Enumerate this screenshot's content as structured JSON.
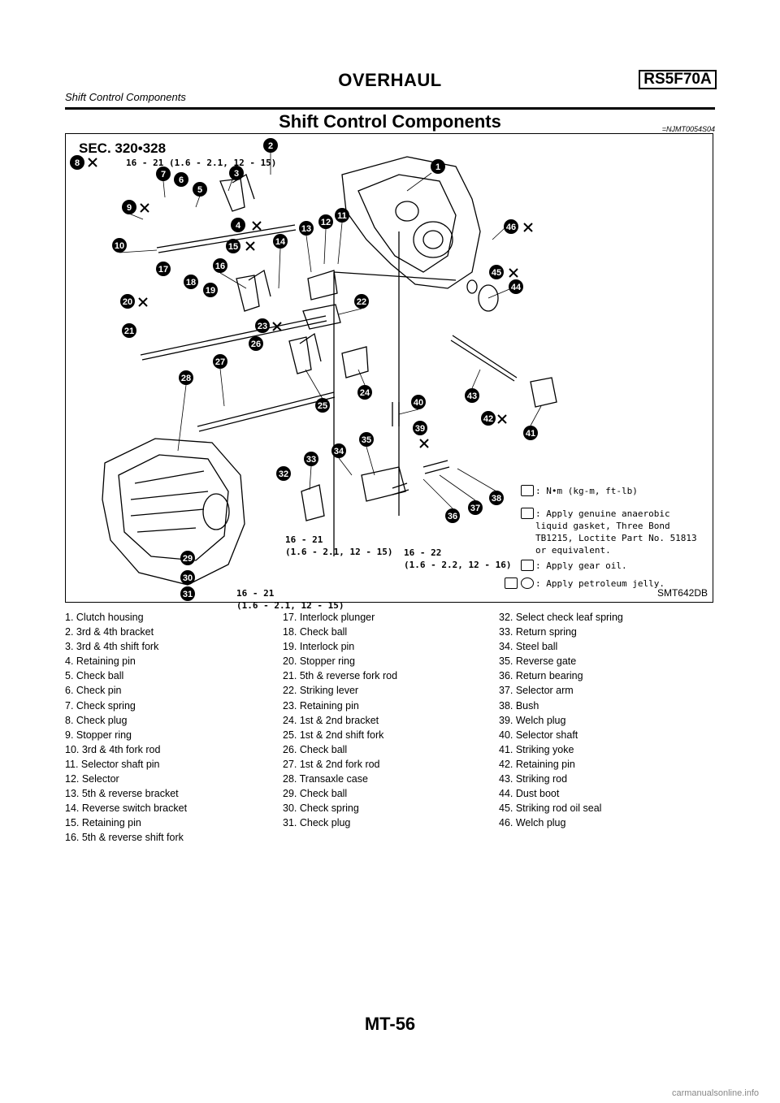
{
  "header": {
    "title": "OVERHAUL",
    "model": "RS5F70A",
    "subtitle": "Shift Control Components"
  },
  "section": {
    "title": "Shift Control Components",
    "ref": "=NJMT0054S04"
  },
  "figure": {
    "sec_code": "SEC. 320•328",
    "figure_id": "SMT642DB",
    "torque_labels": [
      "16 - 21 (1.6 - 2.1, 12 - 15)",
      "16 - 21\n(1.6 - 2.1, 12 - 15)",
      "16 - 22\n(1.6 - 2.2, 12 - 16)",
      "16 - 21\n(1.6 - 2.1, 12 - 15)"
    ],
    "legend": [
      {
        "icon": "torque-wrench-icon",
        "text": ": N•m (kg-m, ft-lb)"
      },
      {
        "icon": "sealant-icon",
        "text": ": Apply genuine anaerobic liquid gasket, Three Bond TB1215, Loctite Part No. 51813 or equivalent."
      },
      {
        "icon": "oil-can-icon",
        "text": ": Apply gear oil."
      },
      {
        "icon": "petroleum-jelly-icon",
        "text": ": Apply petroleum jelly."
      }
    ],
    "callouts": [
      "1",
      "2",
      "3",
      "4",
      "5",
      "6",
      "7",
      "8",
      "9",
      "10",
      "11",
      "12",
      "13",
      "14",
      "15",
      "16",
      "17",
      "18",
      "19",
      "20",
      "21",
      "22",
      "23",
      "24",
      "25",
      "26",
      "27",
      "28",
      "29",
      "30",
      "31",
      "33",
      "32",
      "34",
      "35",
      "36",
      "37",
      "38",
      "39",
      "40",
      "41",
      "42",
      "43",
      "44",
      "45",
      "46"
    ]
  },
  "parts": {
    "col1": [
      "1. Clutch housing",
      "2. 3rd & 4th bracket",
      "3. 3rd & 4th shift fork",
      "4. Retaining pin",
      "5. Check ball",
      "6. Check pin",
      "7. Check spring",
      "8. Check plug",
      "9. Stopper ring",
      "10. 3rd & 4th fork rod",
      "11. Selector shaft pin",
      "12. Selector",
      "13. 5th & reverse bracket",
      "14. Reverse switch bracket",
      "15. Retaining pin",
      "16. 5th & reverse shift fork"
    ],
    "col2": [
      "17. Interlock plunger",
      "18. Check ball",
      "19. Interlock pin",
      "20. Stopper ring",
      "21. 5th & reverse fork rod",
      "22. Striking lever",
      "23. Retaining pin",
      "24. 1st & 2nd bracket",
      "25. 1st & 2nd shift fork",
      "26. Check ball",
      "27. 1st & 2nd fork rod",
      "28. Transaxle case",
      "29. Check ball",
      "30. Check spring",
      "31. Check plug"
    ],
    "col3": [
      "32. Select check leaf spring",
      "33. Return spring",
      "34. Steel ball",
      "35. Reverse gate",
      "36. Return bearing",
      "37. Selector arm",
      "38. Bush",
      "39. Welch plug",
      "40. Selector shaft",
      "41. Striking yoke",
      "42. Retaining pin",
      "43. Striking rod",
      "44. Dust boot",
      "45. Striking rod oil seal",
      "46. Welch plug"
    ]
  },
  "footer": {
    "page": "MT-56",
    "watermark": "carmanualsonline.info"
  }
}
